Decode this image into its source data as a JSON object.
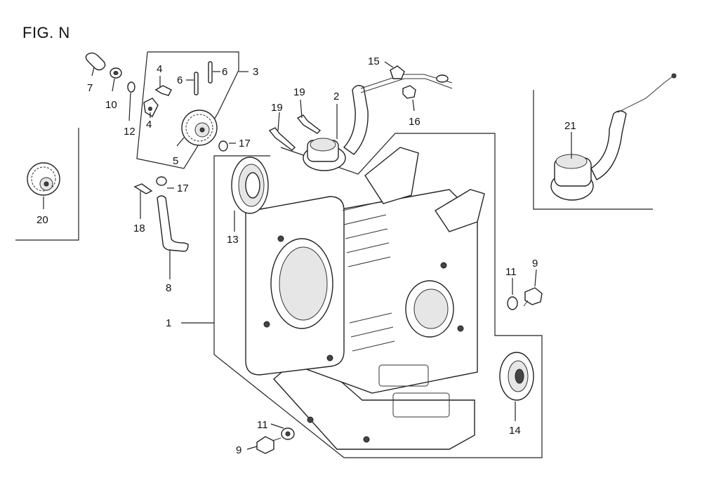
{
  "figure": {
    "title": "FIG. N"
  },
  "callouts": {
    "c1": "1",
    "c2": "2",
    "c3": "3",
    "c4a": "4",
    "c4b": "4",
    "c5": "5",
    "c6a": "6",
    "c6b": "6",
    "c7": "7",
    "c8": "8",
    "c9a": "9",
    "c9b": "9",
    "c10": "10",
    "c11a": "11",
    "c11b": "11",
    "c12": "12",
    "c13": "13",
    "c14": "14",
    "c15": "15",
    "c16": "16",
    "c17a": "17",
    "c17b": "17",
    "c18": "18",
    "c19a": "19",
    "c19b": "19",
    "c20": "20",
    "c21": "21"
  }
}
